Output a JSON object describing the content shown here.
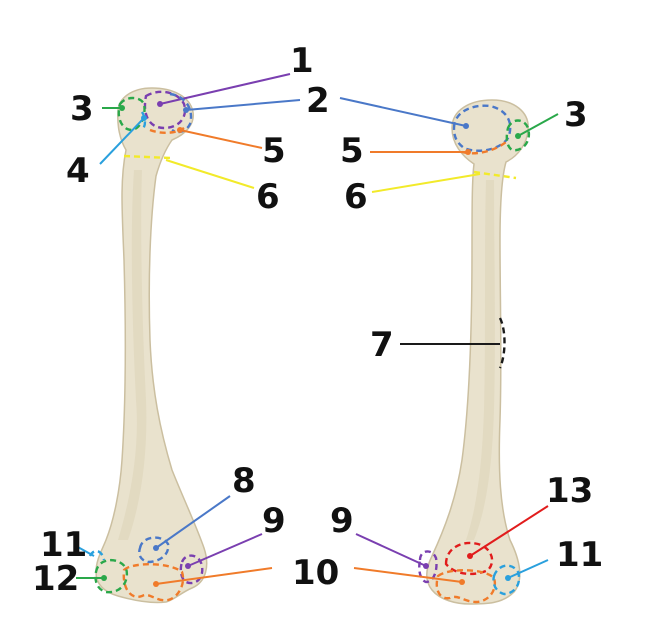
{
  "colors": {
    "purple": "#7a3fb0",
    "blue": "#4a78c8",
    "green": "#2aa84a",
    "lightblue": "#2aa0dd",
    "orange": "#f07b2a",
    "yellow": "#f2ea2a",
    "black": "#1a1a1a",
    "red": "#e11c1c"
  },
  "labels": {
    "l1": "1",
    "l2": "2",
    "l3a": "3",
    "l3b": "3",
    "l4": "4",
    "l5a": "5",
    "l5b": "5",
    "l6a": "6",
    "l6b": "6",
    "l7": "7",
    "l8": "8",
    "l9a": "9",
    "l9b": "9",
    "l10": "10",
    "l11a": "11",
    "l11b": "11",
    "l12": "12",
    "l13": "13"
  }
}
